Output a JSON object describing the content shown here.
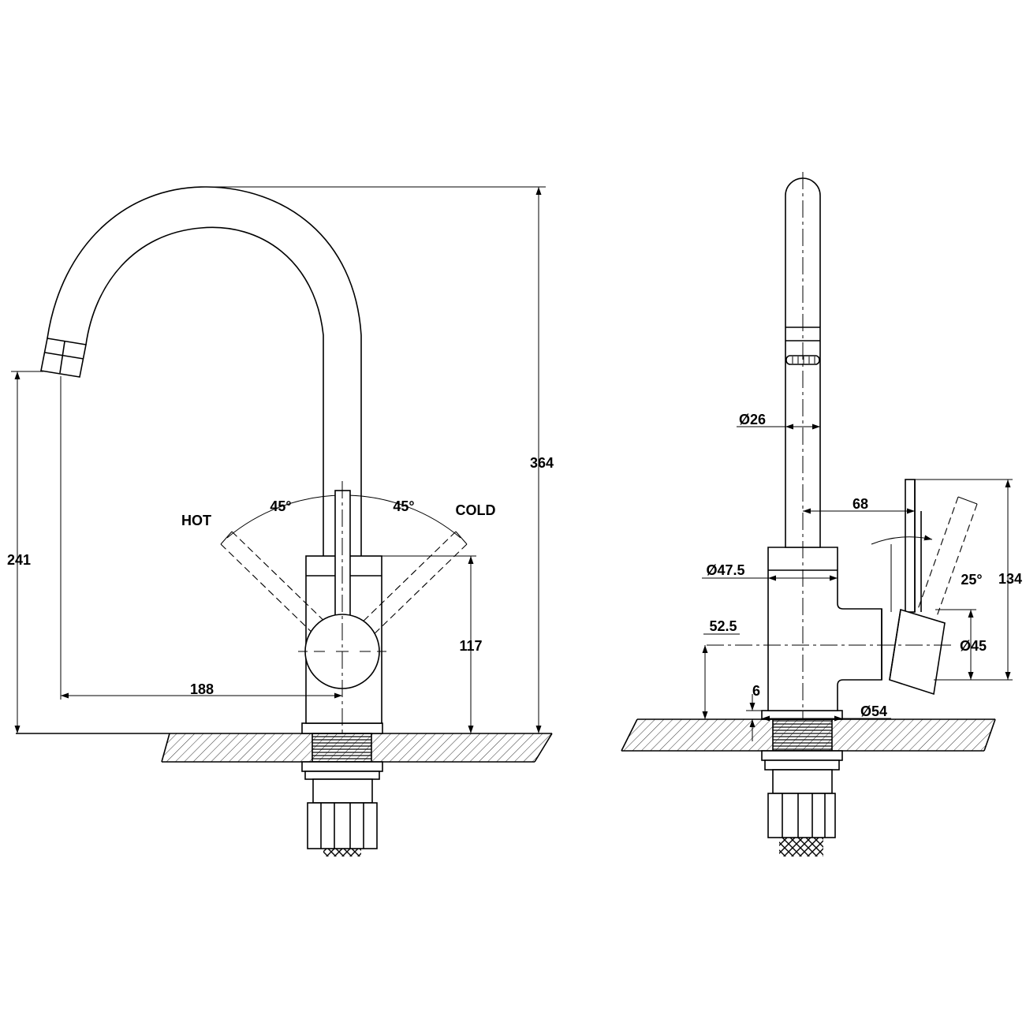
{
  "front_view": {
    "labels": {
      "hot": "HOT",
      "cold": "COLD",
      "angle_left": "45°",
      "angle_right": "45°"
    },
    "dims": {
      "total_height": "364",
      "spout_height": "241",
      "handle_height": "117",
      "spout_reach": "188"
    }
  },
  "side_view": {
    "dims": {
      "spout_diameter": "Ø26",
      "body_diameter": "Ø47.5",
      "lever_offset": "68",
      "lever_angle": "25°",
      "lever_height": "134",
      "lever_hub_diameter": "Ø45",
      "axis_height": "52.5",
      "flange_thickness": "6",
      "base_diameter": "Ø54"
    }
  }
}
